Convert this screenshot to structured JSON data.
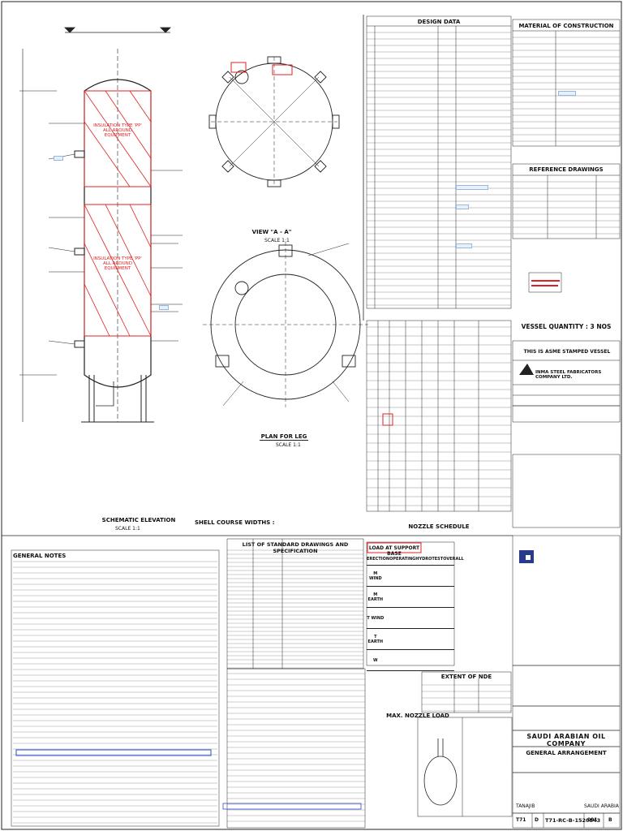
{
  "titles": {
    "schematic_elevation": "SCHEMATIC ELEVATION",
    "view_aa": "VIEW \"A - A\"",
    "plan_for_leg": "PLAN FOR LEG",
    "design_data": "DESIGN DATA",
    "material_of_construction": "MATERIAL OF CONSTRUCTION",
    "reference_drawings": "REFERENCE DRAWINGS",
    "vessel_quantity": "VESSEL QUANTITY : 3 NOS",
    "shell_course_widths": "SHELL COURSE WIDTHS :",
    "list_of_standard_drawings": "LIST OF STANDARD DRAWINGS AND SPECIFICATION",
    "nozzle_schedule": "NOZZLE SCHEDULE",
    "general_notes": "GENERAL NOTES",
    "load_at_support_base": "LOAD AT SUPPORT BASE",
    "extent_of_nde": "EXTENT OF NDE",
    "max_nozzle_load": "MAX. NOZZLE LOAD",
    "company": "SAUDI ARABIAN OIL COMPANY",
    "general_arrangement": "GENERAL ARRANGEMENT",
    "doc_number": "T71-RC-B-1520843",
    "sheet": "001",
    "rev": "B",
    "prefix": "T71",
    "size": "D",
    "location_1": "TANAJIB",
    "location_2": "SAUDI ARABIA"
  },
  "schematic_notes": {
    "insulation_1": "INSULATION TYPE 'PP' ALL AROUND EQUIPMENT",
    "insulation_2": "INSULATION TYPE 'PP' ALL AROUND EQUIPMENT"
  },
  "view_notes": {
    "scale_aa": "SCALE 1:1",
    "scale_plan": "SCALE 1:1"
  },
  "load_table": {
    "headers": [
      "",
      "ERECTION",
      "OPERATING",
      "HYDROTEST",
      "OVERALL"
    ],
    "rows": [
      {
        "label": "M WIND",
        "values": [
          "",
          "",
          "",
          ""
        ]
      },
      {
        "label": "M EARTH",
        "values": [
          "",
          "",
          "",
          ""
        ]
      },
      {
        "label": "T WIND",
        "values": [
          "",
          "",
          "",
          ""
        ]
      },
      {
        "label": "T EARTH",
        "values": [
          "",
          "",
          "",
          ""
        ]
      },
      {
        "label": "W",
        "values": [
          "",
          "",
          "",
          ""
        ]
      }
    ]
  },
  "stamp_text": "THIS IS ASME STAMPED VESSEL",
  "fabricator": "INMA STEEL FABRICATORS COMPANY LTD."
}
